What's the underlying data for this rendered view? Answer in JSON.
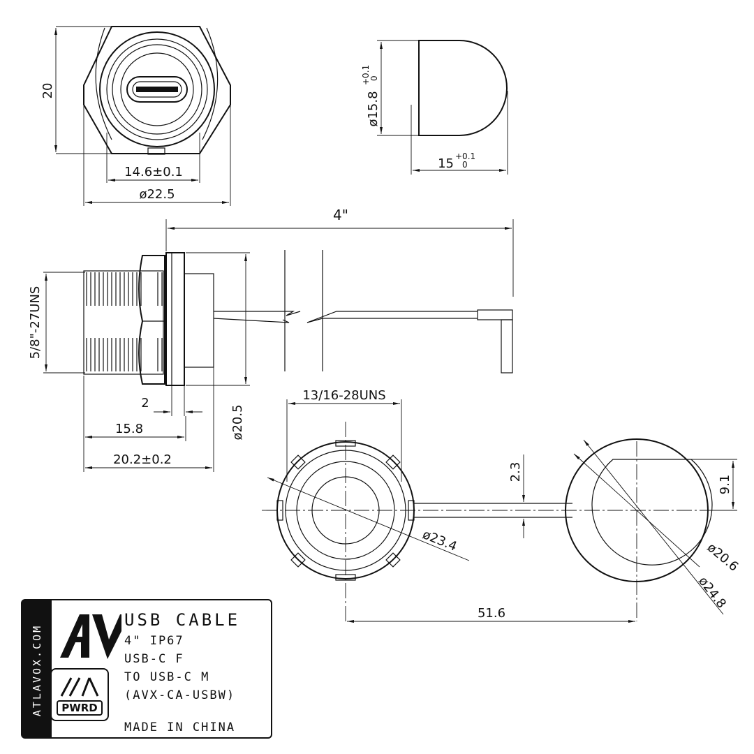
{
  "dimensions": {
    "front_height": "20",
    "front_flat": "14.6±0.1",
    "front_dia": "ø22.5",
    "cutout_dia": "ø15.8",
    "cutout_dia_tol_upper": "+0.1",
    "cutout_dia_tol_lower": "0",
    "cutout_flat": "15",
    "cutout_flat_tol_upper": "+0.1",
    "cutout_flat_tol_lower": "0",
    "cable_length": "4\"",
    "rear_thread": "5/8\"-27UNS",
    "flange_thk": "2",
    "body_len": "15.8",
    "overall_len": "20.2±0.2",
    "flange_dia": "ø20.5",
    "nut_thread": "13/16-28UNS",
    "strap_width": "2.3",
    "cap_flat": "9.1",
    "nut_dia": "ø23.4",
    "cap_inner_dia": "ø20.6",
    "cap_outer_dia": "ø24.8",
    "cap_spacing": "51.6"
  },
  "titleblock": {
    "website": "ATLAVOX.COM",
    "logo": "AV",
    "badge": "PWRD",
    "title": "USB CABLE",
    "line1": "4\" IP67",
    "line2": "USB-C F",
    "line3": "TO USB-C M",
    "line4": "(AVX-CA-USBW)",
    "origin": "MADE IN CHINA"
  }
}
